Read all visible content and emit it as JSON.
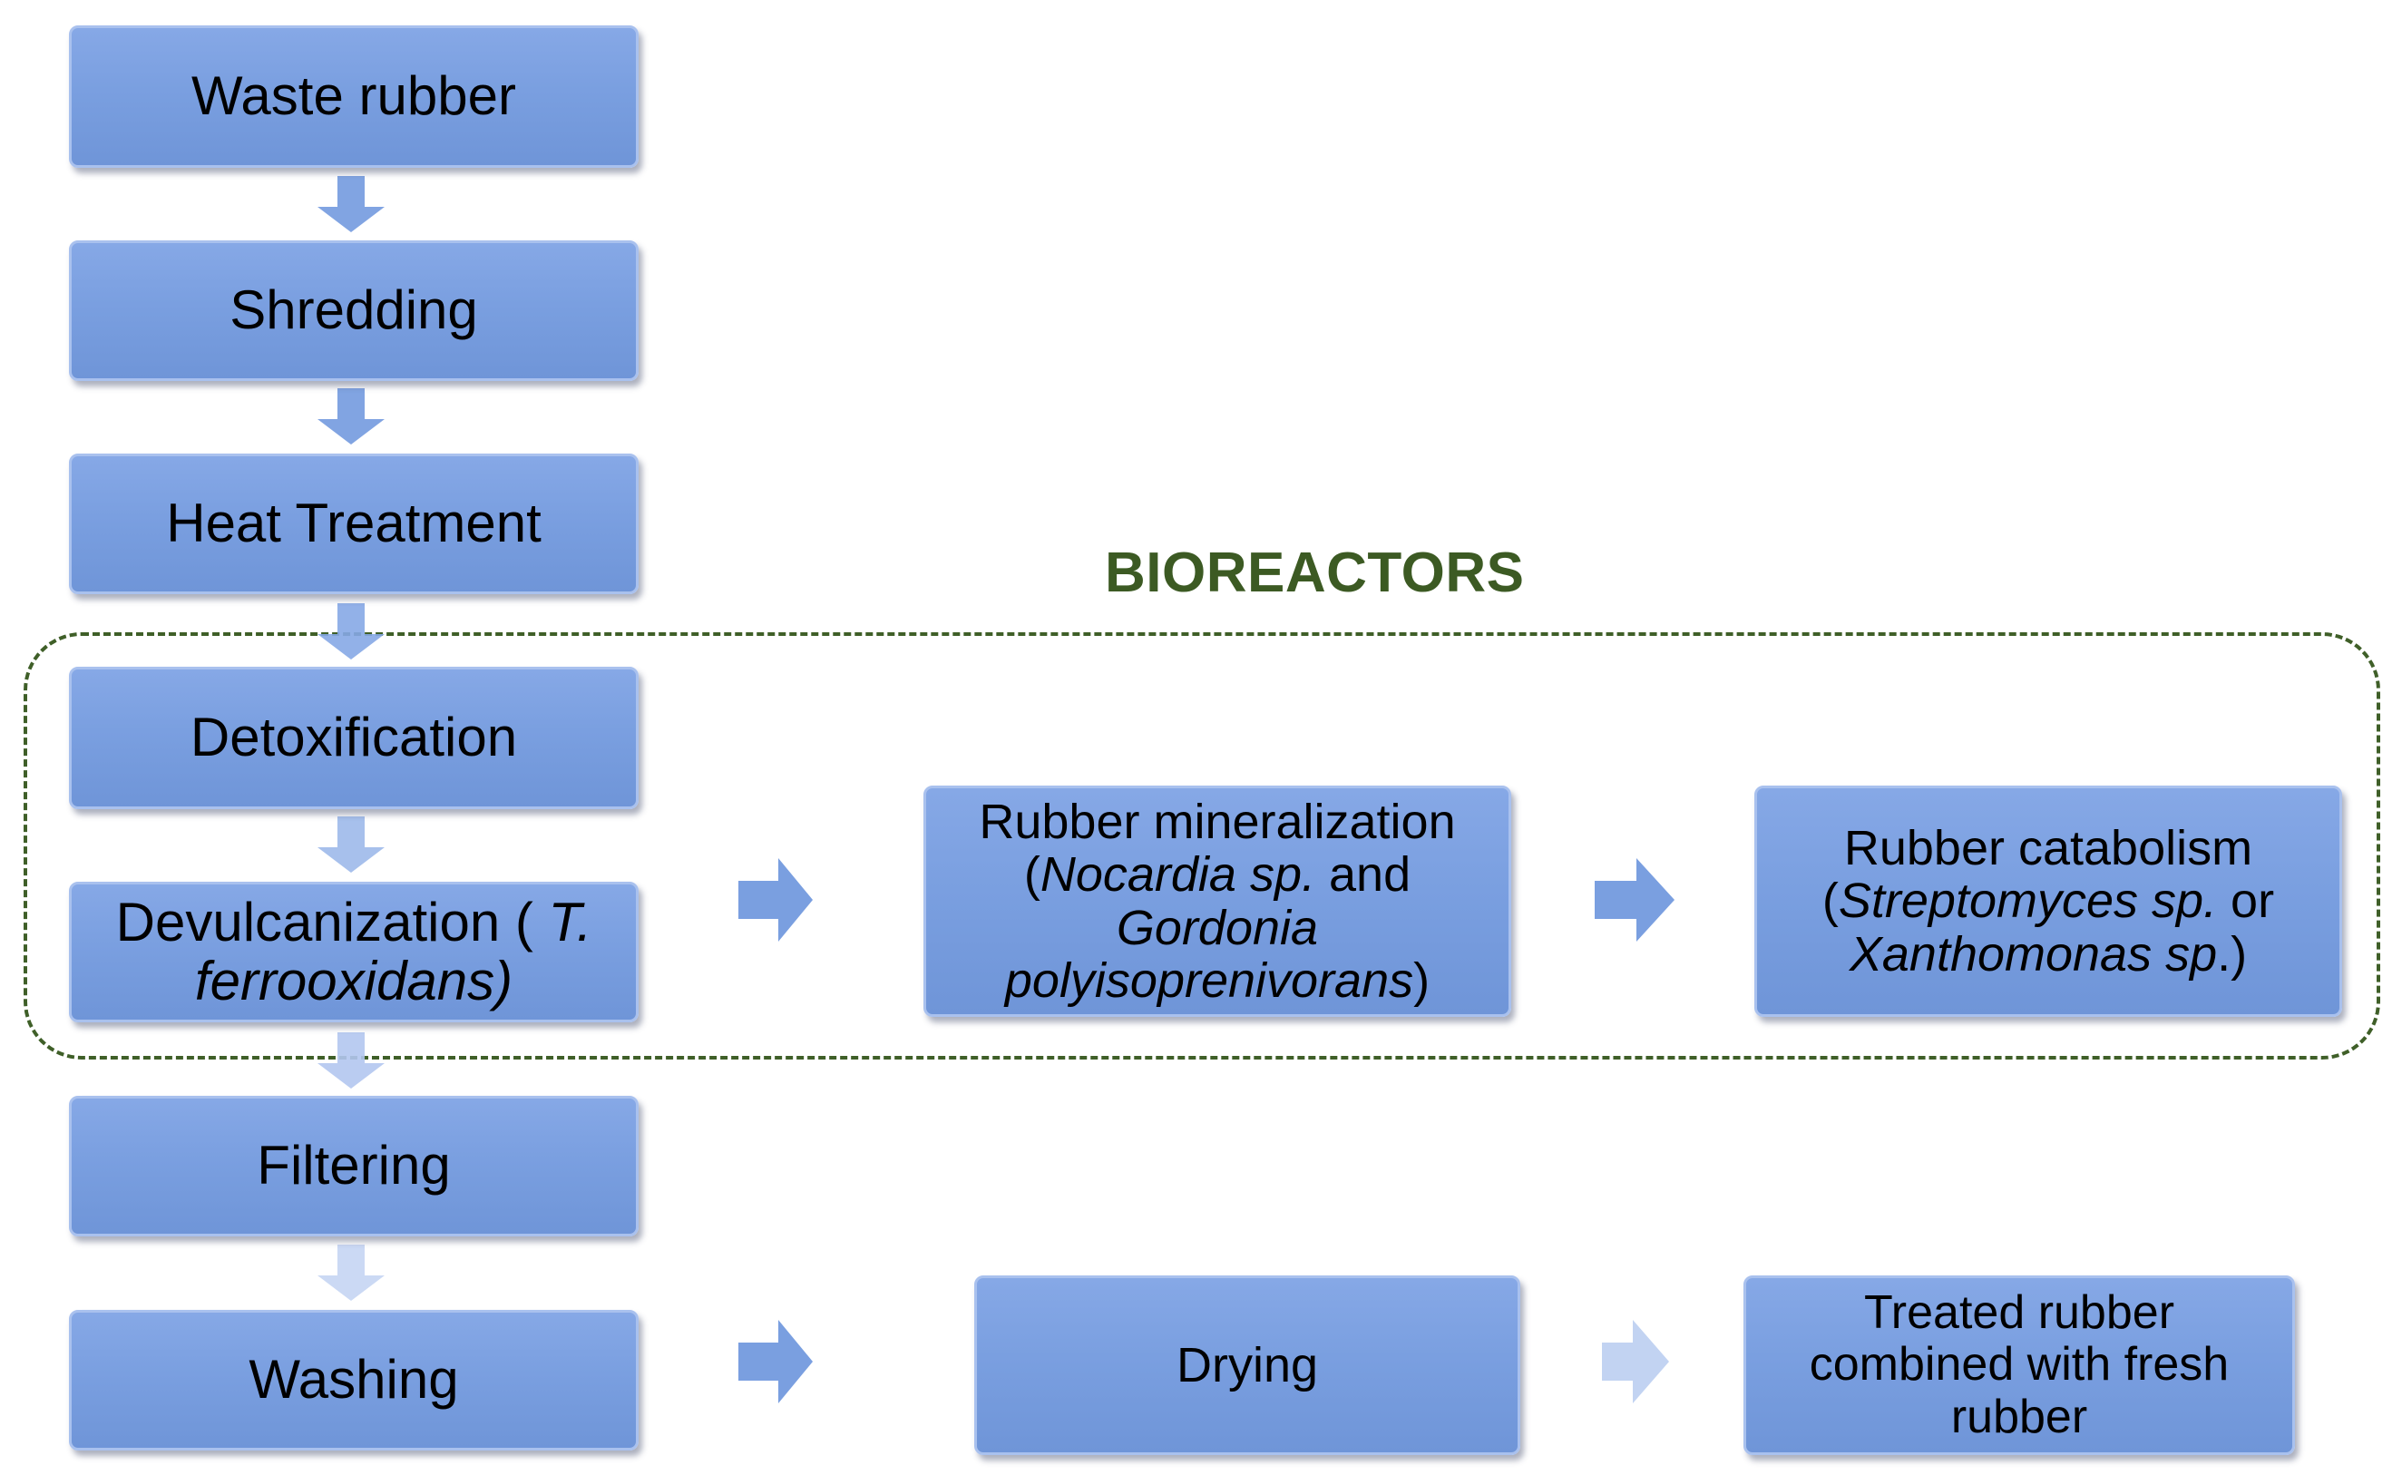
{
  "diagram": {
    "title": "BIOREACTORS",
    "colors": {
      "box_fill": "#7a9fe0",
      "box_border": "#a9c1ee",
      "arrow": "#7a9fe0",
      "arrow_light": "#c2d3f2",
      "title": "#3c5a23",
      "dashed_border": "#3f5f28"
    },
    "steps": {
      "waste_rubber": "Waste rubber",
      "shredding": "Shredding",
      "heat_treatment": "Heat Treatment",
      "detoxification": "Detoxification",
      "devulcanization": {
        "a": "Devulcanization ( ",
        "b": "T.",
        "c": "ferrooxidans)"
      },
      "filtering": "Filtering",
      "washing": "Washing",
      "mineralization": {
        "line1": "Rubber mineralization",
        "p1": "(",
        "org1": "Nocardia sp.",
        "and": " and",
        "org2": "Gordonia",
        "org3": "polyisoprenivorans",
        "p2": ")"
      },
      "catabolism": {
        "line1": "Rubber catabolism",
        "p1": "(",
        "org1": "Streptomyces sp.",
        "or": " or",
        "org2": "Xanthomonas sp",
        "p2": ".)"
      },
      "drying": "Drying",
      "treated": "Treated rubber combined with fresh rubber"
    }
  }
}
